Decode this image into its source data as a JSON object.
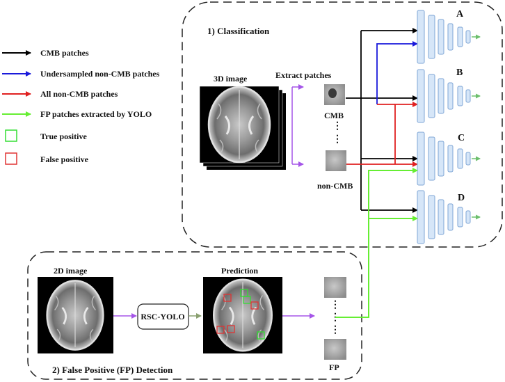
{
  "legend": {
    "cmb_patches": "CMB patches",
    "undersampled": "Undersampled non-CMB patches",
    "all_non_cmb": "All non-CMB patches",
    "fp_yolo": "FP patches extracted by YOLO",
    "true_positive": "True positive",
    "false_positive": "False positive"
  },
  "classification": {
    "title": "1) Classification",
    "image_label": "3D image",
    "extract_label": "Extract patches",
    "cmb_label": "CMB",
    "non_cmb_label": "non-CMB"
  },
  "detection": {
    "title": "2) False Positive (FP) Detection",
    "image_label": "2D image",
    "model_label": "RSC-YOLO",
    "prediction_label": "Prediction",
    "fp_label": "FP"
  },
  "networks": [
    "A",
    "B",
    "C",
    "D"
  ],
  "colors": {
    "cmb": "#000000",
    "undersampled": "#1a1adb",
    "all_non_cmb": "#e02020",
    "fp": "#66ee33",
    "true_positive": "#33dd33",
    "false_positive": "#e03333",
    "network_fill": "#d6e6f8",
    "network_stroke": "#7fa6d6",
    "output_arrow": "#6cbf6c",
    "flow_arrow": "#a555e8"
  }
}
